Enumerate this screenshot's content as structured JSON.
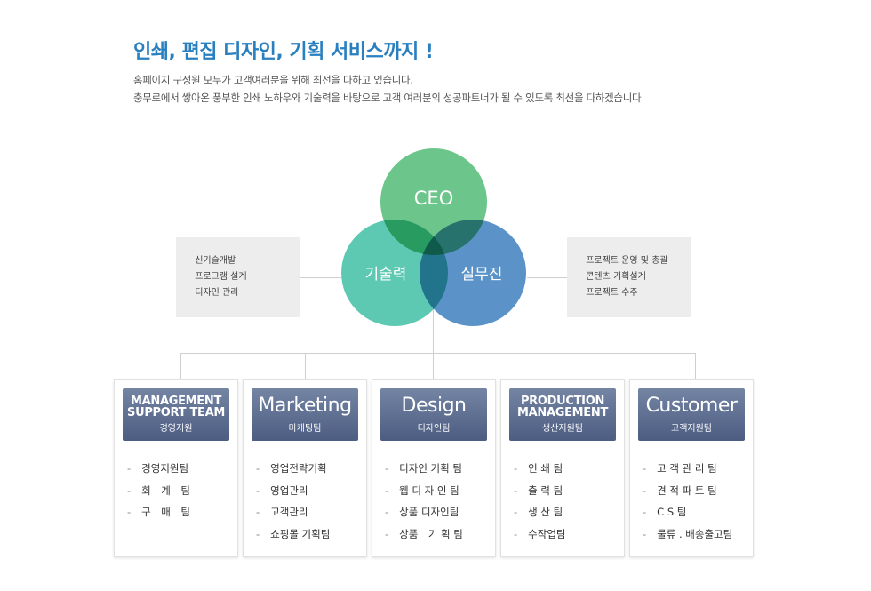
{
  "header": {
    "title": "인쇄, 편집 디자인, 기획 서비스까지 !",
    "desc_line1": "홈페이지 구성원 모두가 고객여러분을 위해 최선을 다하고 있습니다.",
    "desc_line2": "충무로에서 쌓아온 풍부한 인쇄 노하우와 기술력을 바탕으로 고객 여러분의 성공파트너가 될 수 있도록 최선을 다하겠습니다"
  },
  "venn": {
    "top": "CEO",
    "left": "기술력",
    "right": "실무진",
    "colors": {
      "top": "#6cc58a",
      "left": "#5ec9b2",
      "right": "#5b93c8",
      "header": "#4d5d82"
    }
  },
  "left_box": {
    "items": [
      "신기술개발",
      "프로그램 설계",
      "디자인 관리"
    ]
  },
  "right_box": {
    "items": [
      "프로젝트 운영 및 총괄",
      "콘텐츠 기획설계",
      "프로젝트 수주"
    ]
  },
  "teams": [
    {
      "en": "MANAGEMENT SUPPORT TEAM",
      "ko": "경영지원",
      "items": [
        "경영지원팀",
        "회　계　팀",
        "구　매　팀"
      ]
    },
    {
      "en": "Marketing",
      "ko": "마케팅팀",
      "items": [
        "영업전략기획",
        "영업관리",
        "고객관리",
        "쇼핑몰 기획팀"
      ]
    },
    {
      "en": "Design",
      "ko": "디자인팀",
      "items": [
        "디자인 기획 팀",
        "웹 디 자 인 팀",
        "상품 디자인팀",
        "상품　기 획 팀"
      ]
    },
    {
      "en": "PRODUCTION MANAGEMENT",
      "ko": "생산지원팀",
      "items": [
        "인 쇄 팀",
        "출 력 팀",
        "생 산 팀",
        "수작업팀"
      ]
    },
    {
      "en": "Customer",
      "ko": "고객지원팀",
      "items": [
        "고 객 관 리 팀",
        "견 적 파 트 팀",
        "C S 팀",
        "물류 . 배송출고팀"
      ]
    }
  ]
}
